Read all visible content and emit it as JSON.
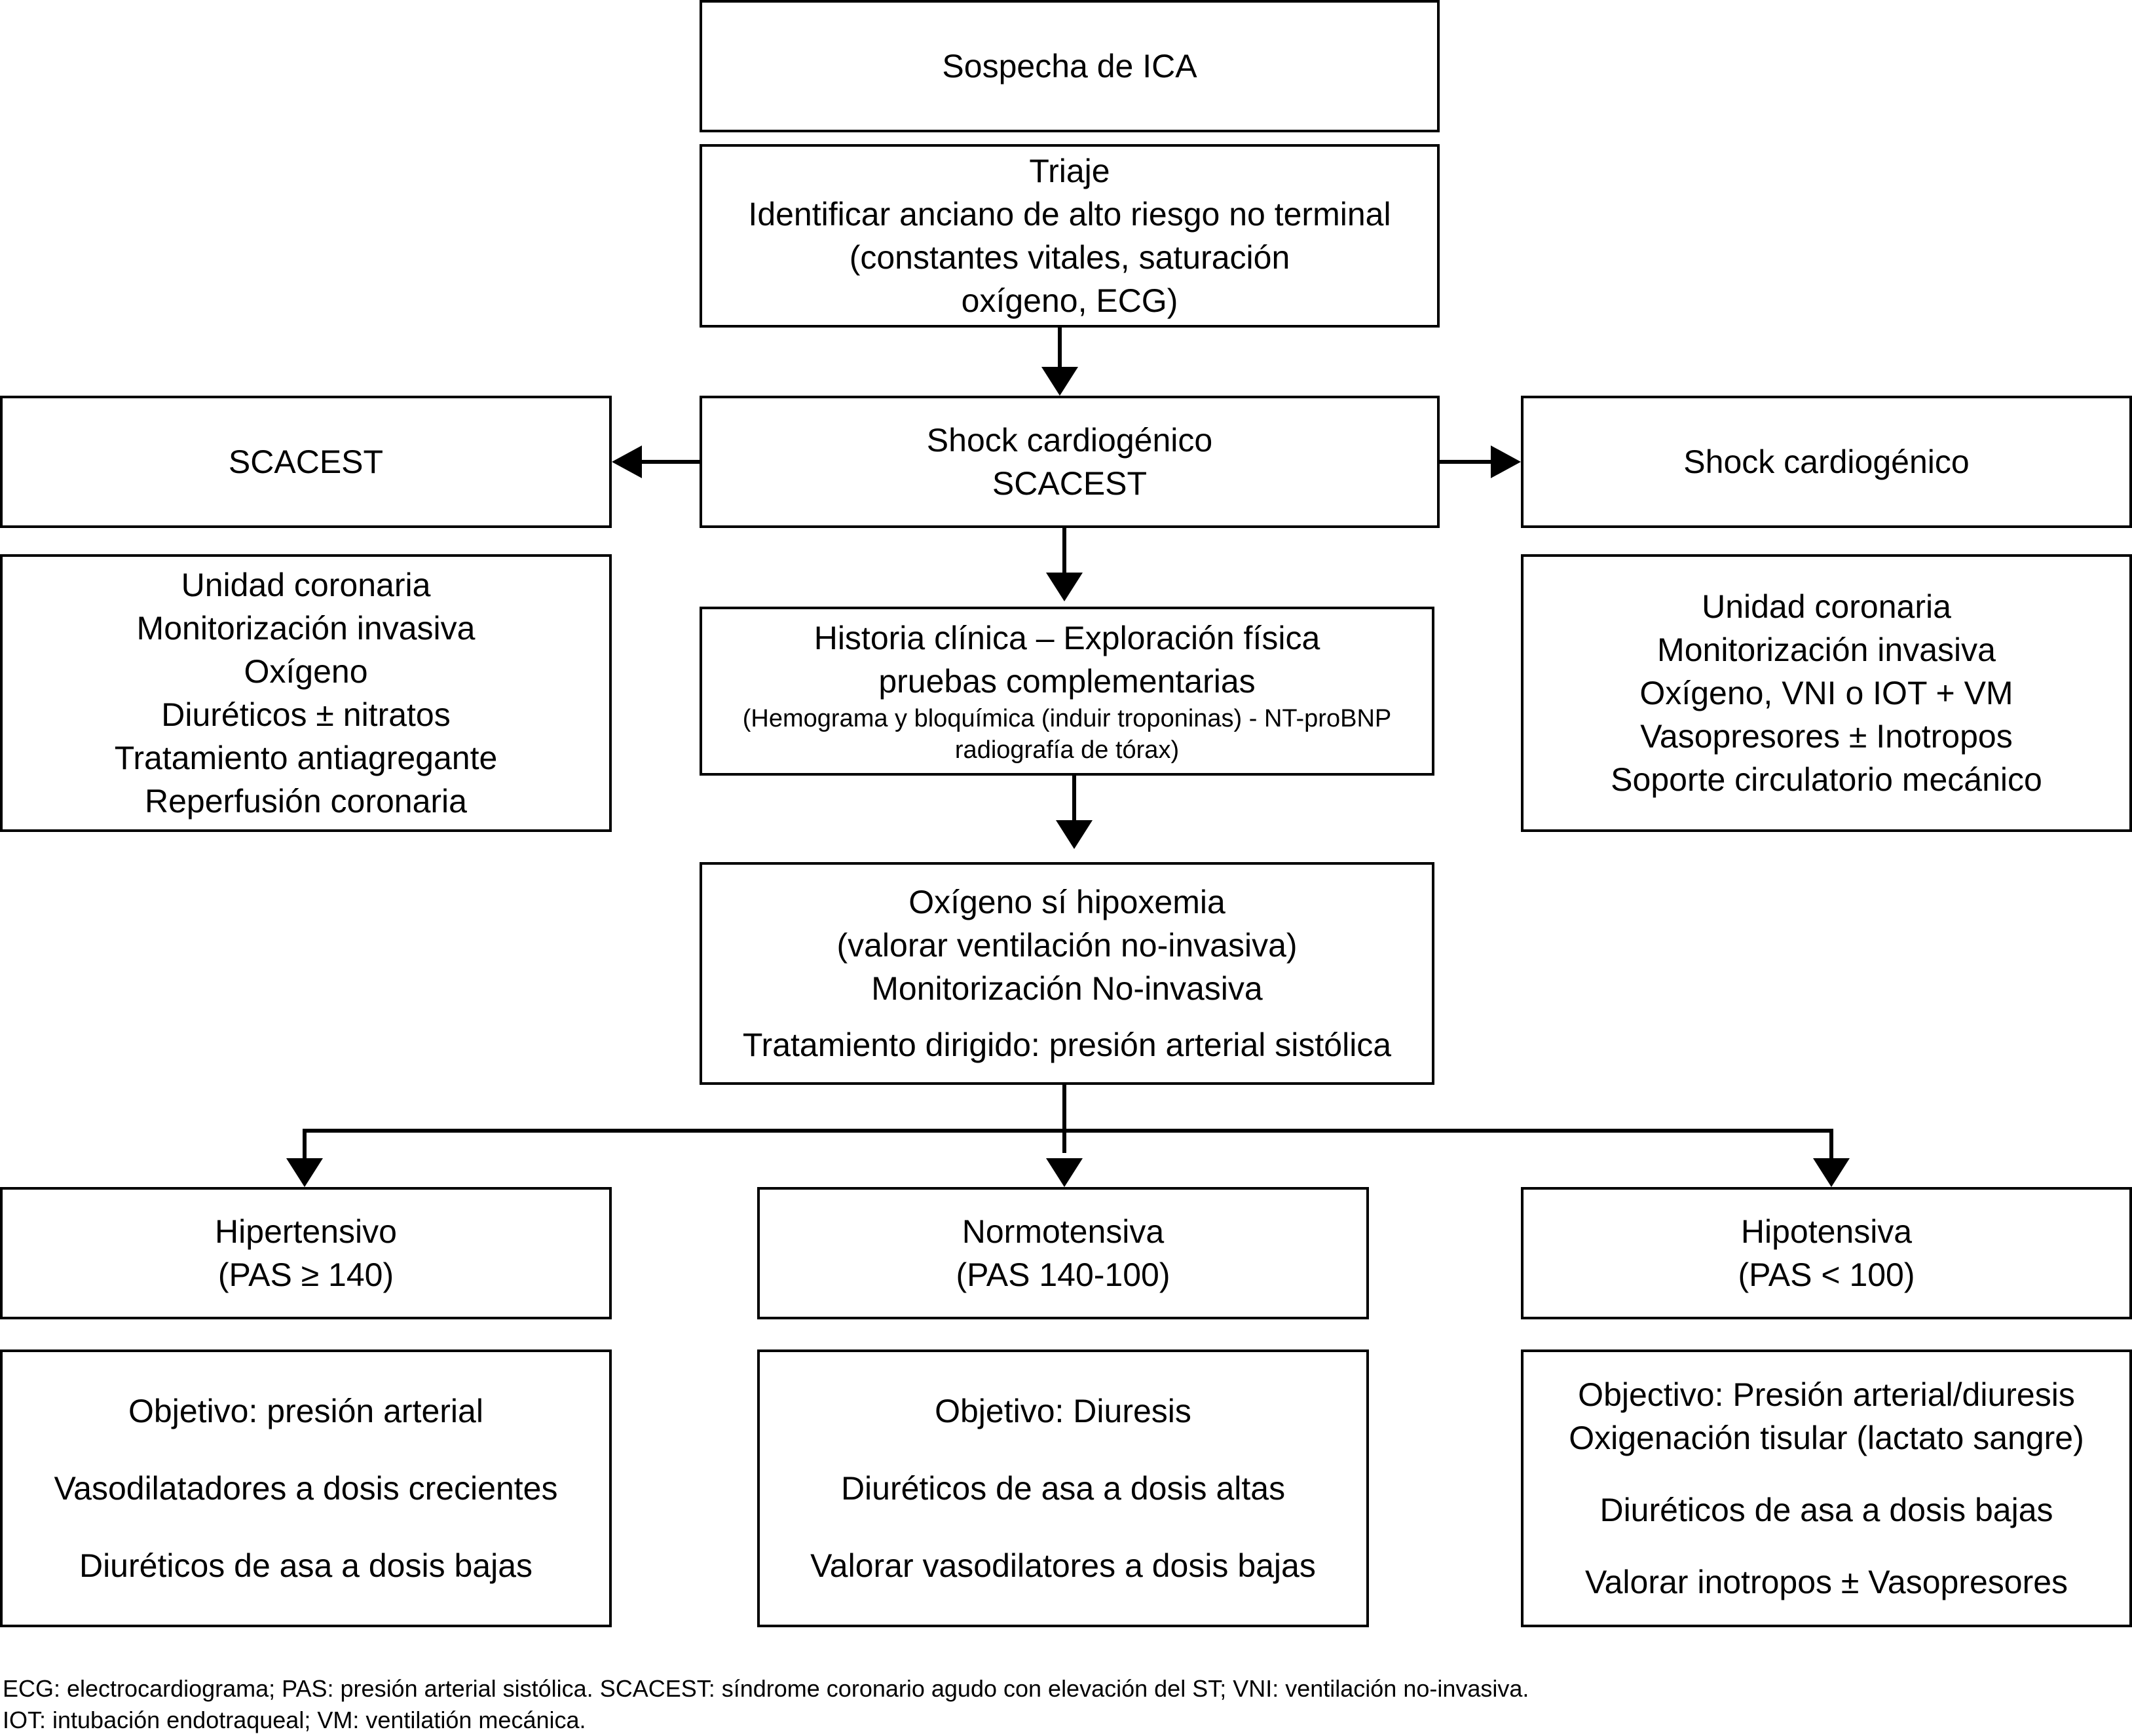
{
  "sospecha": "Sospecha de ICA",
  "triaje": [
    "Triaje",
    "Identificar anciano de alto riesgo no terminal",
    "(constantes vitales, saturación",
    "oxígeno, ECG)"
  ],
  "scacest_left": "SCACEST",
  "shock_scacest": [
    "Shock cardiogénico",
    "SCACEST"
  ],
  "shock_right": "Shock cardiogénico",
  "left_treatment": [
    "Unidad coronaria",
    "Monitorización invasiva",
    "Oxígeno",
    "Diuréticos ± nitratos",
    "Tratamiento antiagregante",
    "Reperfusión coronaria"
  ],
  "historia": [
    "Historia clínica – Exploración física",
    "pruebas complementarias"
  ],
  "historia_small": [
    "(Hemograma y bloquímica (induir troponinas) - NT-proBNP",
    "radiografía de tórax)"
  ],
  "right_treatment": [
    "Unidad coronaria",
    "Monitorización invasiva",
    "Oxígeno, VNI o IOT + VM",
    "Vasopresores ± Inotropos",
    "Soporte circulatorio mecánico"
  ],
  "oxigeno": [
    "Oxígeno sí hipoxemia",
    "(valorar ventilación no-invasiva)",
    "Monitorización No-invasiva",
    "Tratamiento dirigido: presión arterial sistólica"
  ],
  "hipertensivo": [
    "Hipertensivo",
    "(PAS ≥ 140)"
  ],
  "normotensiva": [
    "Normotensiva",
    "(PAS 140-100)"
  ],
  "hipotensiva": [
    "Hipotensiva",
    "(PAS < 100)"
  ],
  "hiper_treat": [
    "Objetivo: presión arterial",
    "Vasodilatadores a dosis crecientes",
    "Diuréticos de asa a dosis bajas"
  ],
  "normo_treat": [
    "Objetivo: Diuresis",
    "Diuréticos de asa a dosis altas",
    "Valorar vasodilatores a dosis bajas"
  ],
  "hipo_treat": [
    "Objectivo: Presión arterial/diuresis",
    "Oxigenación tisular (lactato sangre)",
    "Diuréticos de asa a dosis bajas",
    "Valorar inotropos ± Vasopresores"
  ],
  "footnote": [
    "ECG: electrocardiograma; PAS: presión arterial sistólica. SCACEST: síndrome coronario agudo con elevación del ST; VNI: ventilación no-invasiva.",
    "IOT: intubación endotraqueal; VM: ventilatión mecánica."
  ]
}
